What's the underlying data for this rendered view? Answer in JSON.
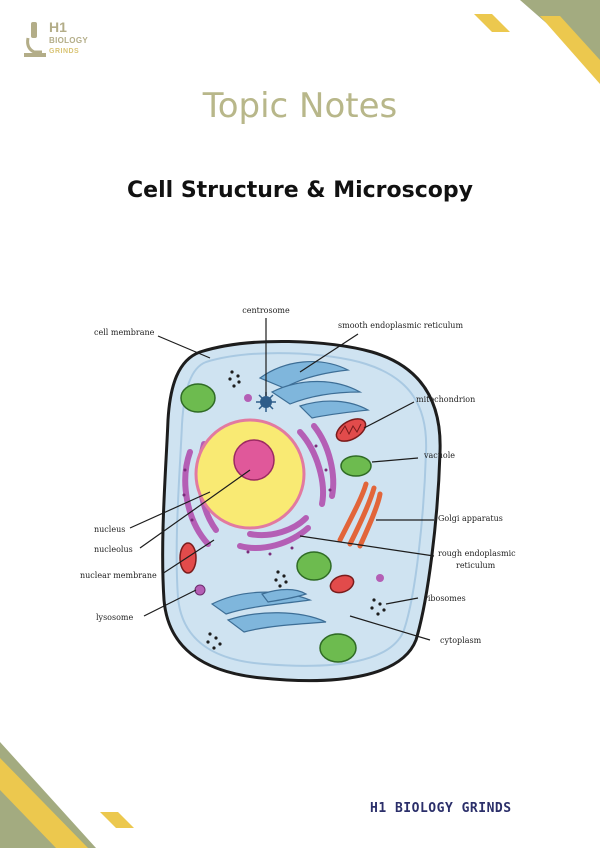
{
  "logo": {
    "line1": "H1",
    "line2": "BIOLOGY",
    "line3": "GRINDS"
  },
  "topic": "Topic Notes",
  "title": "Cell Structure & Microscopy",
  "labels": {
    "centrosome": "centrosome",
    "smooth_er": "smooth endoplasmic reticulum",
    "cell_membrane": "cell membrane",
    "mitochondrion": "mitochondrion",
    "vacuole": "vacuole",
    "golgi": "Golgi apparatus",
    "nucleus": "nucleus",
    "nucleolus": "nucleolus",
    "rough_er_1": "rough endoplasmic",
    "rough_er_2": "reticulum",
    "nuclear_membrane": "nuclear membrane",
    "ribosomes": "ribosomes",
    "lysosome": "lysosome",
    "cytoplasm": "cytoplasm"
  },
  "footer": "H1 BIOLOGY GRINDS",
  "colors": {
    "accent_green": "#9aa47a",
    "accent_yellow": "#e9c04a",
    "cytoplasm": "#cfe3f1",
    "nucleus": "#f9ea73",
    "nucleolus": "#e0589a",
    "rough_er": "#b45fb5",
    "mitochondrion": "#e24b4b",
    "golgi": "#f08a5a",
    "chloro_green": "#6dbb4f",
    "smooth_er": "#7fb6dc"
  }
}
